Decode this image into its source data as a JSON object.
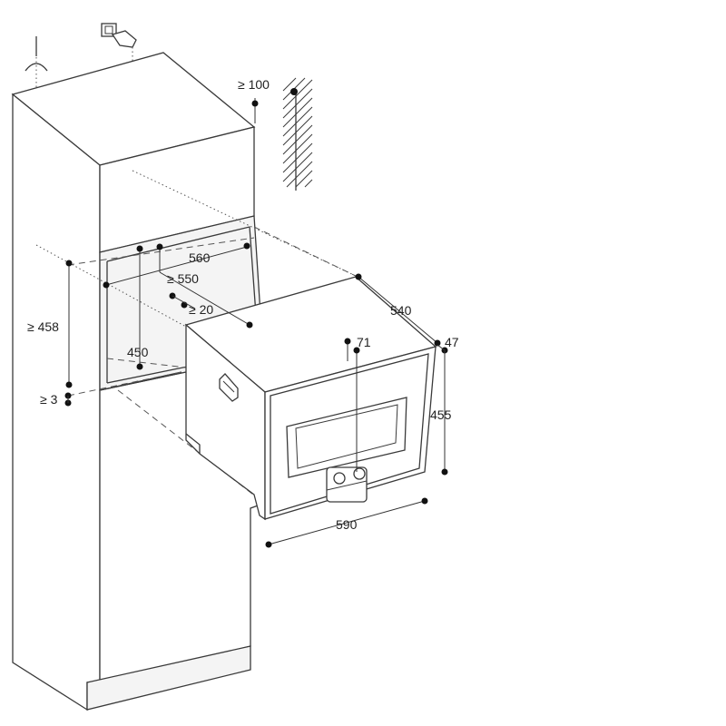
{
  "labels": {
    "clearance_top": "≥ 100",
    "niche_width": "560",
    "niche_depth": "≥ 550",
    "gap_rear": "≥ 20",
    "niche_height": "≥ 458",
    "inner_height": "450",
    "plinth_gap": "≥ 3",
    "appliance_depth": "540",
    "panel_offset": "71",
    "front_thickness": "47",
    "appliance_height": "455",
    "appliance_width": "590"
  }
}
